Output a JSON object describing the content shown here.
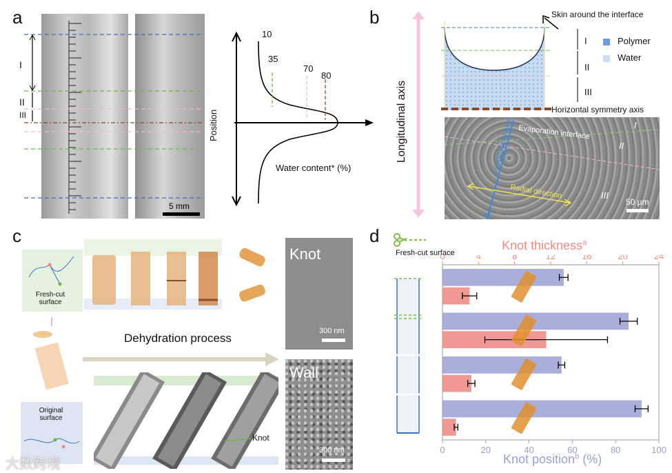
{
  "panels": {
    "a": "a",
    "b": "b",
    "c": "c",
    "d": "d"
  },
  "panel_a": {
    "regions": [
      "I",
      "II",
      "III"
    ],
    "scale_bar": "5 mm",
    "plot": {
      "ylabel": "Position",
      "xlabel": "Water content* (%)",
      "markers": [
        "10",
        "35",
        "70",
        "80"
      ]
    }
  },
  "panel_b": {
    "axis_label": "Longitudinal axis",
    "skin_label": "Skin around the interface",
    "legend": [
      "Polymer",
      "Water"
    ],
    "regions": [
      "I",
      "II",
      "III"
    ],
    "symmetry_label": "Horizontal symmetry axis",
    "sem_labels": {
      "evaporation": "Evaporation interface",
      "longitudinal": "Longitudinal axis",
      "radial": "Radial direction",
      "region_I": "I",
      "region_II": "II",
      "region_III": "III",
      "scale": "50 μm"
    }
  },
  "panel_c": {
    "fresh_cut": "Fresh-cut\nsurface",
    "original": "Original\nsurface",
    "process": "Dehydration process",
    "knot_label": "Knot",
    "sem_knot_title": "Knot",
    "sem_wall_title": "Wall",
    "scale_knot": "300 nm",
    "scale_wall": "300 nm"
  },
  "panel_d": {
    "fresh_cut": "Fresh-cut surface",
    "chart_data": {
      "type": "bar",
      "orientation": "horizontal",
      "top_axis": {
        "label": "Knot thickness",
        "superscript": "a",
        "ticks": [
          0,
          4,
          8,
          12,
          16,
          20,
          24
        ],
        "range": [
          0,
          24
        ]
      },
      "bottom_axis": {
        "label": "Knot position",
        "superscript": "b",
        "unit": "(%)",
        "ticks": [
          0,
          20,
          40,
          60,
          80,
          100
        ],
        "range": [
          0,
          100
        ]
      },
      "groups": [
        {
          "position": 56,
          "position_err": 2,
          "thickness": 3,
          "thickness_err": 0.8
        },
        {
          "position": 86,
          "position_err": 4,
          "thickness": 11.5,
          "thickness_err": 6.8
        },
        {
          "position": 55,
          "position_err": 1.5,
          "thickness": 3.2,
          "thickness_err": 0.4
        },
        {
          "position": 92,
          "position_err": 3,
          "thickness": 1.5,
          "thickness_err": 0.2
        }
      ],
      "colors": {
        "position": "#9aa0d4",
        "thickness": "#ee8e86"
      }
    }
  },
  "watermark": "大数跨境"
}
